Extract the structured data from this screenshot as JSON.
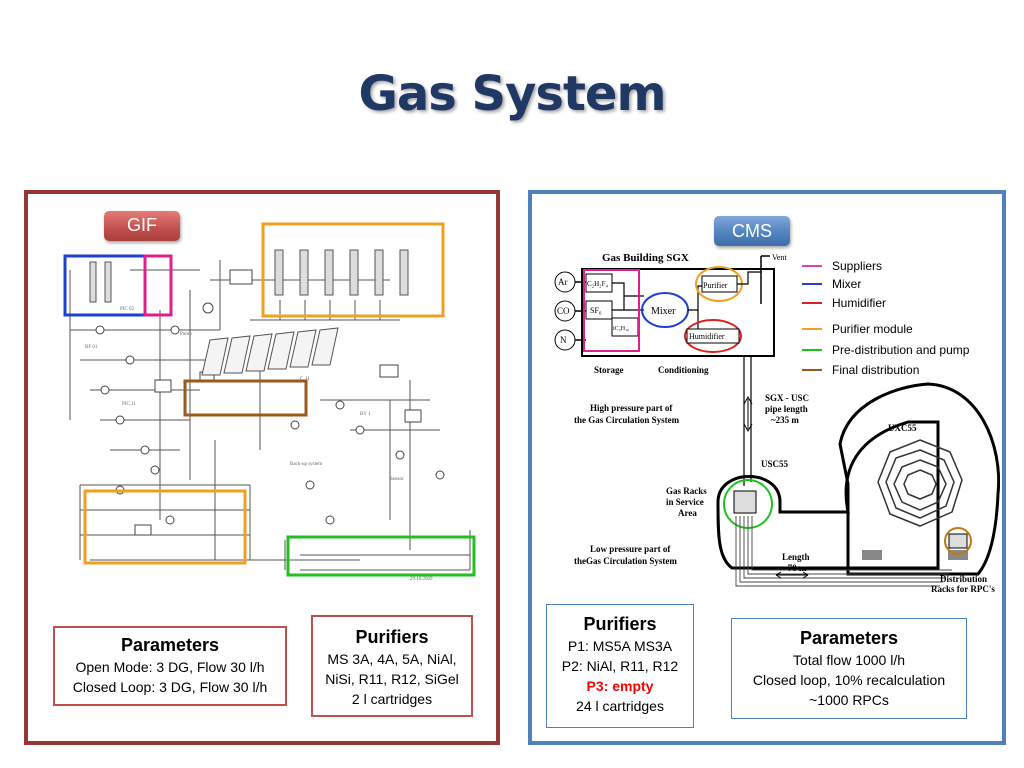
{
  "title": "Gas System",
  "gif": {
    "tag": "GIF",
    "parameters": {
      "heading": "Parameters",
      "lines": [
        "Open Mode: 3 DG, Flow 30 l/h",
        "Closed Loop: 3 DG, Flow 30 l/h"
      ]
    },
    "purifiers": {
      "heading": "Purifiers",
      "lines": [
        "MS 3A, 4A, 5A, NiAl,",
        "NiSi, R11, R12, SiGel",
        "2 l cartridges"
      ]
    }
  },
  "cms": {
    "tag": "CMS",
    "diagram": {
      "gas_building": "Gas Building SGX",
      "vent": "Vent",
      "supplies": [
        "Ar",
        "CO",
        "N"
      ],
      "gases": [
        "C₂H₂F₄",
        "SF₆",
        "iC₄H₁₀"
      ],
      "mixer": "Mixer",
      "purifier": "Purifier",
      "humidifier": "Humidifier",
      "storage": "Storage",
      "conditioning": "Conditioning",
      "high_pressure": [
        "High pressure part of",
        "the Gas Circulation System"
      ],
      "pipe_length": [
        "SGX - USC",
        "pipe length",
        "~235  m"
      ],
      "usc55": "USC55",
      "uxc55": "UXC55",
      "gas_racks": [
        "Gas Racks",
        "in Service",
        "Area"
      ],
      "low_pressure": [
        "Low pressure part of",
        "theGas Circulation System"
      ],
      "length": [
        "Length",
        "~70 m"
      ],
      "distribution": [
        "Distribution",
        "Racks  for RPC's"
      ]
    },
    "legend": [
      {
        "label": "Suppliers",
        "color": "#e040a0"
      },
      {
        "label": "Mixer",
        "color": "#1f3fd0"
      },
      {
        "label": "Humidifier",
        "color": "#e02020"
      },
      {
        "label": "Purifier module",
        "color": "#f0a020"
      },
      {
        "label": "Pre-distribution and pump",
        "color": "#20c020"
      },
      {
        "label": "Final distribution",
        "color": "#9a5a1a"
      }
    ],
    "purifiers": {
      "heading": "Purifiers",
      "lines": [
        "P1: MS5A MS3A",
        "P2: NiAl, R11, R12"
      ],
      "p3": "P3: empty",
      "cartridges": "24 l cartridges"
    },
    "parameters": {
      "heading": "Parameters",
      "lines": [
        "Total flow 1000 l/h",
        "Closed loop, 10% recalculation",
        "~1000 RPCs"
      ]
    }
  }
}
